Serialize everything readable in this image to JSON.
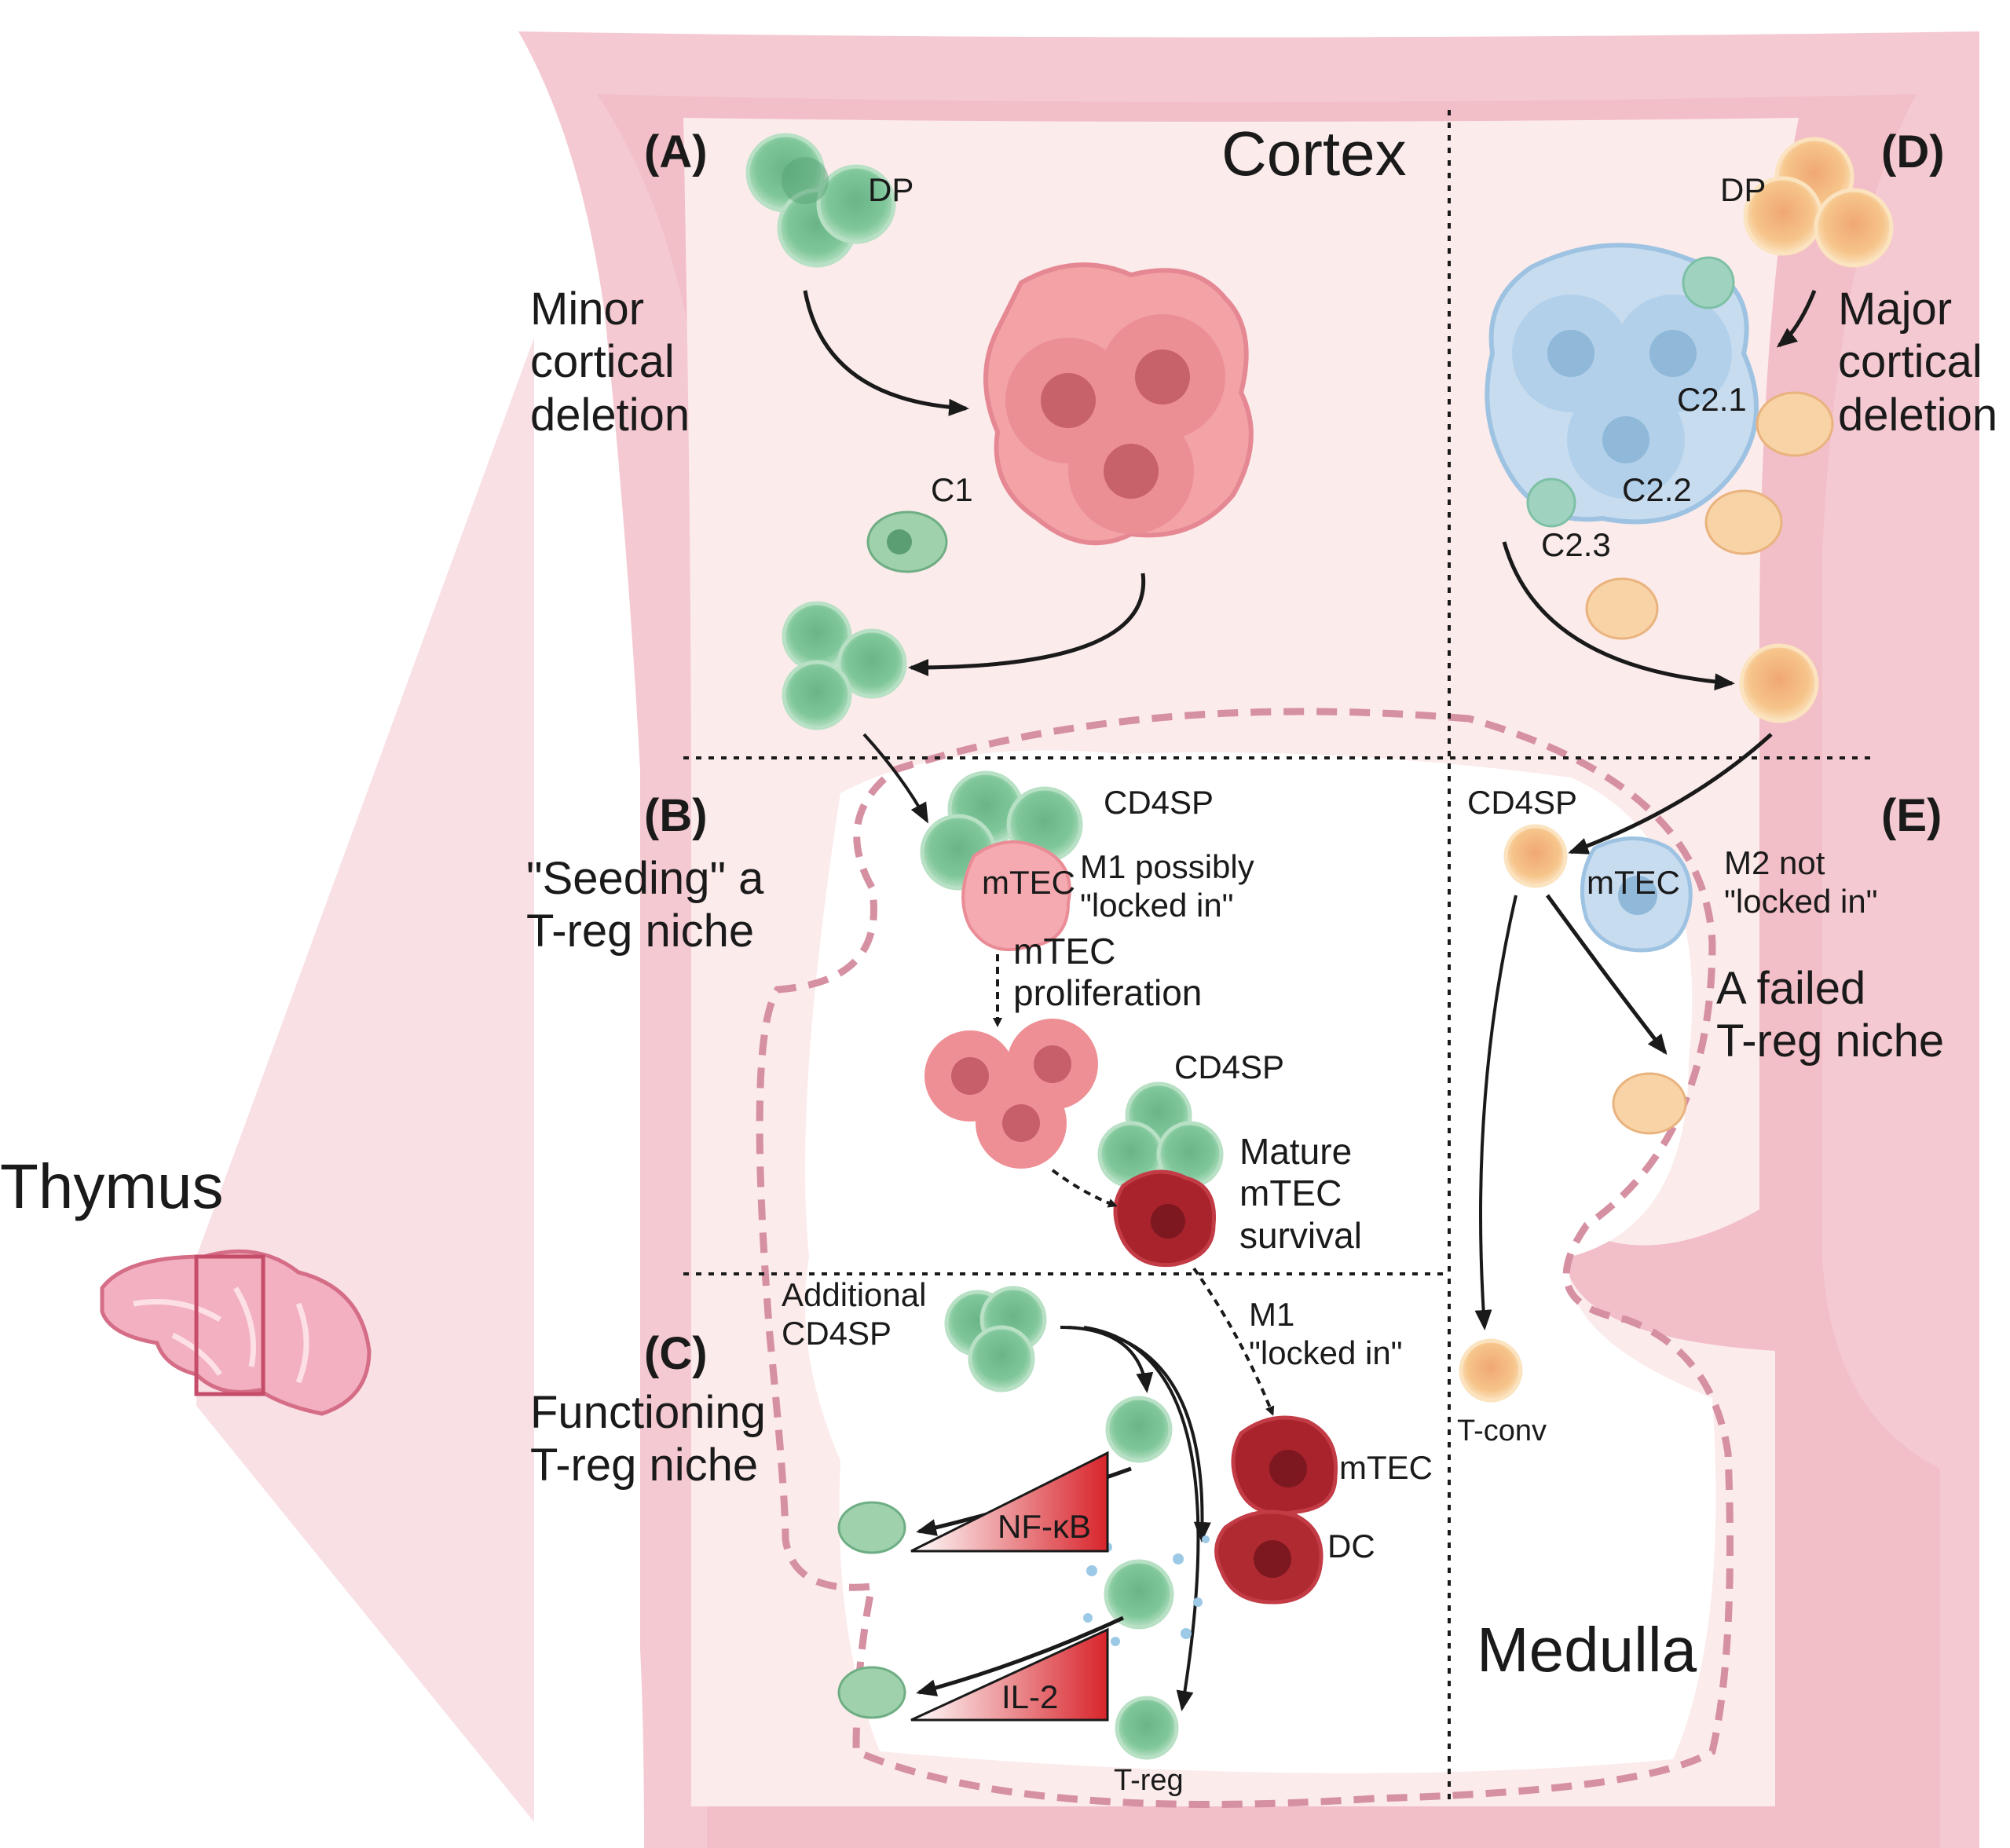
{
  "title": "Thymus",
  "regions": {
    "cortex": "Cortex",
    "medulla": "Medulla"
  },
  "panels": {
    "A": {
      "tag": "(A)",
      "caption": [
        "Minor",
        "cortical",
        "deletion"
      ],
      "dp": "DP",
      "c1": "C1"
    },
    "B": {
      "tag": "(B)",
      "caption": [
        "\"Seeding\" a",
        "T-reg niche"
      ],
      "cd4sp": "CD4SP",
      "mtec": "mTEC",
      "m1": [
        "M1 possibly",
        "\"locked in\""
      ],
      "prolif": [
        "mTEC",
        "proliferation"
      ],
      "cd4sp2": "CD4SP",
      "mature": [
        "Mature",
        "mTEC",
        "survival"
      ]
    },
    "C": {
      "tag": "(C)",
      "caption": [
        "Functioning",
        "T-reg niche"
      ],
      "additional": [
        "Additional",
        "CD4SP"
      ],
      "m1": [
        "M1",
        "\"locked in\""
      ],
      "mtec": "mTEC",
      "dc": "DC",
      "nfkb": "NF-κB",
      "il2": "IL-2",
      "treg": "T-reg"
    },
    "D": {
      "tag": "(D)",
      "caption": [
        "Major",
        "cortical",
        "deletion"
      ],
      "dp": "DP",
      "c21": "C2.1",
      "c22": "C2.2",
      "c23": "C2.3"
    },
    "E": {
      "tag": "(E)",
      "cd4sp": "CD4SP",
      "mtec": "mTEC",
      "m2": [
        "M2 not",
        "\"locked in\""
      ],
      "failed": [
        "A failed",
        "T-reg niche"
      ],
      "tconv": "T-conv"
    }
  },
  "colors": {
    "capsule": "#f4c9d1",
    "cortex_bg": "#fcebeb",
    "medulla_bg": "#ffffff",
    "green_cell": "#7fc79a",
    "pink_mtec": "#e88890",
    "dark_mtec": "#a8232c",
    "orange_cell": "#f6c48a",
    "blue_cell": "#bcd6ec",
    "niche_border": "#d590a2"
  }
}
